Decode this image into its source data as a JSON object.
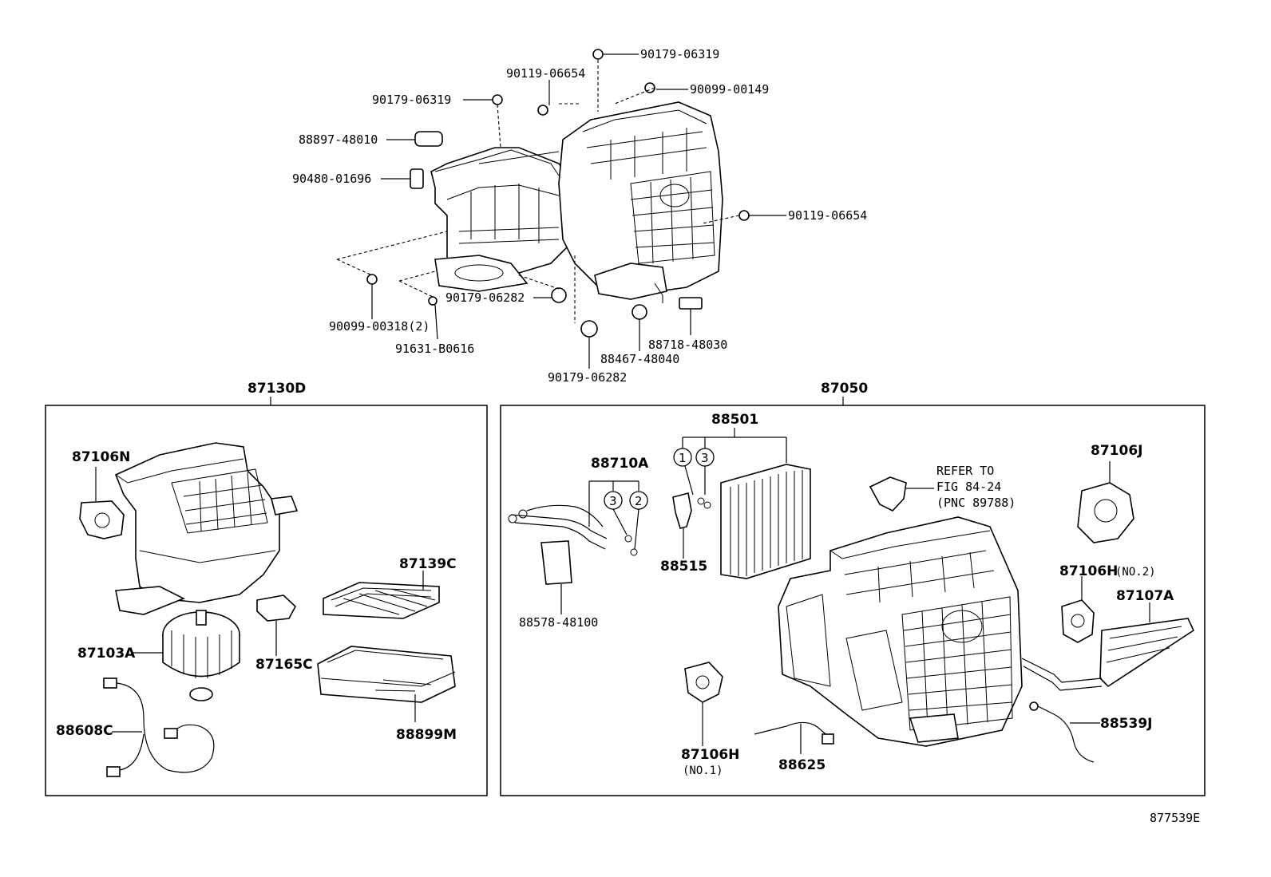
{
  "figure_code": "877539E",
  "top_labels": {
    "p1": "90179-06319",
    "p2": "90119-06654",
    "p3": "90099-00149",
    "p4": "90179-06319",
    "p5": "88897-48010",
    "p6": "90480-01696",
    "p7": "90119-06654",
    "p8": "90179-06282",
    "p9": "90099-00318(2)",
    "p10": "91631-B0616",
    "p11": "88718-48030",
    "p12": "88467-48040",
    "p13": "90179-06282"
  },
  "left_box": {
    "title": "87130D",
    "labels": {
      "a": "87106N",
      "b": "87139C",
      "c": "87103A",
      "d": "87165C",
      "e": "88608C",
      "f": "88899M"
    }
  },
  "right_box": {
    "title": "87050",
    "labels": {
      "a": "88501",
      "b": "88710A",
      "c": "88515",
      "d": "88578-48100",
      "e": "87106J",
      "f": "87106H",
      "f_note": "(NO.2)",
      "g": "87107A",
      "h": "88539J",
      "i": "87106H",
      "i_note": "(NO.1)",
      "j": "88625"
    },
    "refer": {
      "line1": "REFER TO",
      "line2": "FIG 84-24",
      "line3": "(PNC 89788)"
    },
    "circles": {
      "c1": "1",
      "c2": "3",
      "c3": "3",
      "c4": "2"
    }
  }
}
